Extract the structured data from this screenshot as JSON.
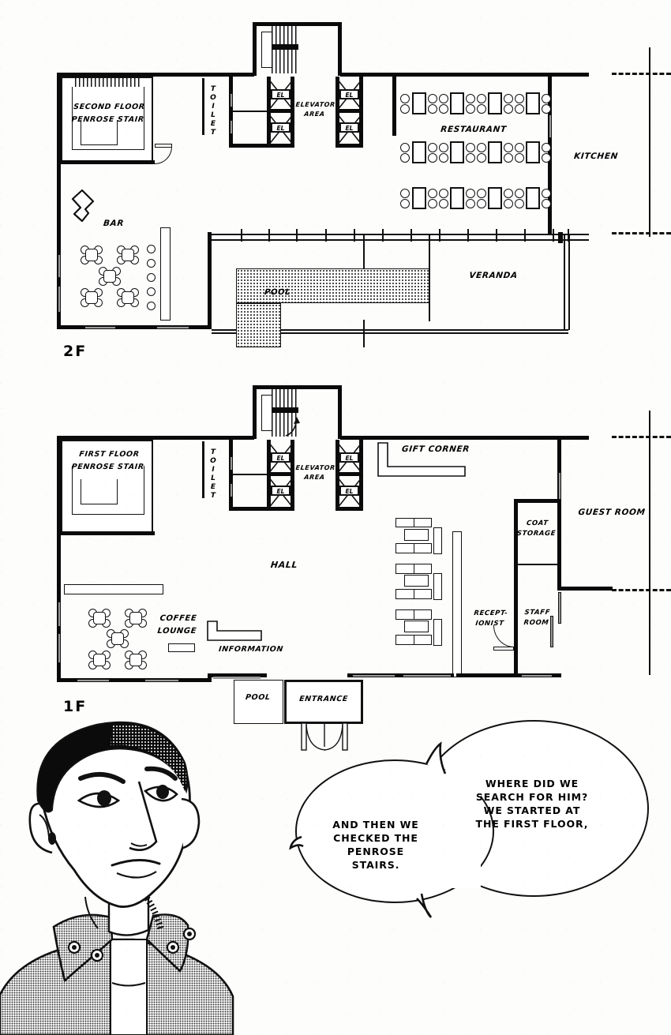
{
  "page": {
    "floors": [
      {
        "tag": "2F",
        "rooms": [
          {
            "name": "second-floor-penrose-stair",
            "label": "SECOND FLOOR\nPENROSE STAIR"
          },
          {
            "name": "toilet",
            "label": "TOILET"
          },
          {
            "name": "elevator-area",
            "label": "ELEVATOR\nAREA"
          },
          {
            "name": "restaurant",
            "label": "RESTAURANT"
          },
          {
            "name": "kitchen",
            "label": "KITCHEN"
          },
          {
            "name": "bar",
            "label": "BAR"
          },
          {
            "name": "pool",
            "label": "POOL"
          },
          {
            "name": "veranda",
            "label": "VERANDA"
          }
        ],
        "elevator_labels": [
          "EL",
          "EL",
          "EL",
          "EL"
        ]
      },
      {
        "tag": "1F",
        "rooms": [
          {
            "name": "first-floor-penrose-stair",
            "label": "FIRST FLOOR\nPENROSE STAIR"
          },
          {
            "name": "toilet",
            "label": "TOILET"
          },
          {
            "name": "elevator-area",
            "label": "ELEVATOR\nAREA"
          },
          {
            "name": "gift-corner",
            "label": "GIFT CORNER"
          },
          {
            "name": "guest-room",
            "label": "GUEST ROOM"
          },
          {
            "name": "coat-storage",
            "label": "COAT\nSTORAGE"
          },
          {
            "name": "staff-room",
            "label": "STAFF\nROOM"
          },
          {
            "name": "receptionist",
            "label": "RECEPT-\nIONIST"
          },
          {
            "name": "hall",
            "label": "HALL"
          },
          {
            "name": "coffee-lounge",
            "label": "COFFEE\nLOUNGE"
          },
          {
            "name": "information",
            "label": "INFORMATION"
          },
          {
            "name": "pool",
            "label": "POOL"
          },
          {
            "name": "entrance",
            "label": "ENTRANCE"
          }
        ],
        "elevator_labels": [
          "EL",
          "EL",
          "EL",
          "EL"
        ]
      }
    ],
    "labels": {
      "second_floor_penrose_stair_l1": "SECOND FLOOR",
      "second_floor_penrose_stair_l2": "PENROSE STAIR",
      "first_floor_penrose_stair_l1": "FIRST FLOOR",
      "first_floor_penrose_stair_l2": "PENROSE STAIR",
      "toilet": "TOILET",
      "elevator_area_l1": "ELEVATOR",
      "elevator_area_l2": "AREA",
      "el": "EL",
      "restaurant": "RESTAURANT",
      "kitchen": "KITCHEN",
      "bar": "BAR",
      "pool": "POOL",
      "veranda": "VERANDA",
      "floor_2f": "2F",
      "floor_1f": "1F",
      "gift_corner": "GIFT CORNER",
      "guest_room": "GUEST ROOM",
      "coat_storage_l1": "COAT",
      "coat_storage_l2": "STORAGE",
      "staff_room_l1": "STAFF",
      "staff_room_l2": "ROOM",
      "receptionist_l1": "RECEPT-",
      "receptionist_l2": "IONIST",
      "hall": "HALL",
      "coffee_lounge_l1": "COFFEE",
      "coffee_lounge_l2": "LOUNGE",
      "information": "INFORMATION",
      "entrance": "ENTRANCE"
    },
    "dialogue": [
      {
        "name": "bubble-right",
        "lines": [
          "WHERE DID WE",
          "SEARCH FOR HIM?",
          "WE STARTED AT",
          "THE FIRST FLOOR,"
        ],
        "text": "WHERE DID WE SEARCH FOR HIM? WE STARTED AT THE FIRST FLOOR,"
      },
      {
        "name": "bubble-left",
        "lines": [
          "AND THEN WE",
          "CHECKED THE",
          "PENROSE",
          "STAIRS."
        ],
        "text": "AND THEN WE CHECKED THE PENROSE STAIRS."
      }
    ],
    "character": {
      "name": "man-in-collared-jacket",
      "description": "Young man with short black hair, looking right, wearing a grey standing-collar jacket with button tabs"
    },
    "colors": {
      "ink": "#0a0a0a",
      "paper": "#fdfdfc",
      "jacket_grey": "#8c8c8c",
      "hair_black": "#0b0b0b"
    }
  }
}
